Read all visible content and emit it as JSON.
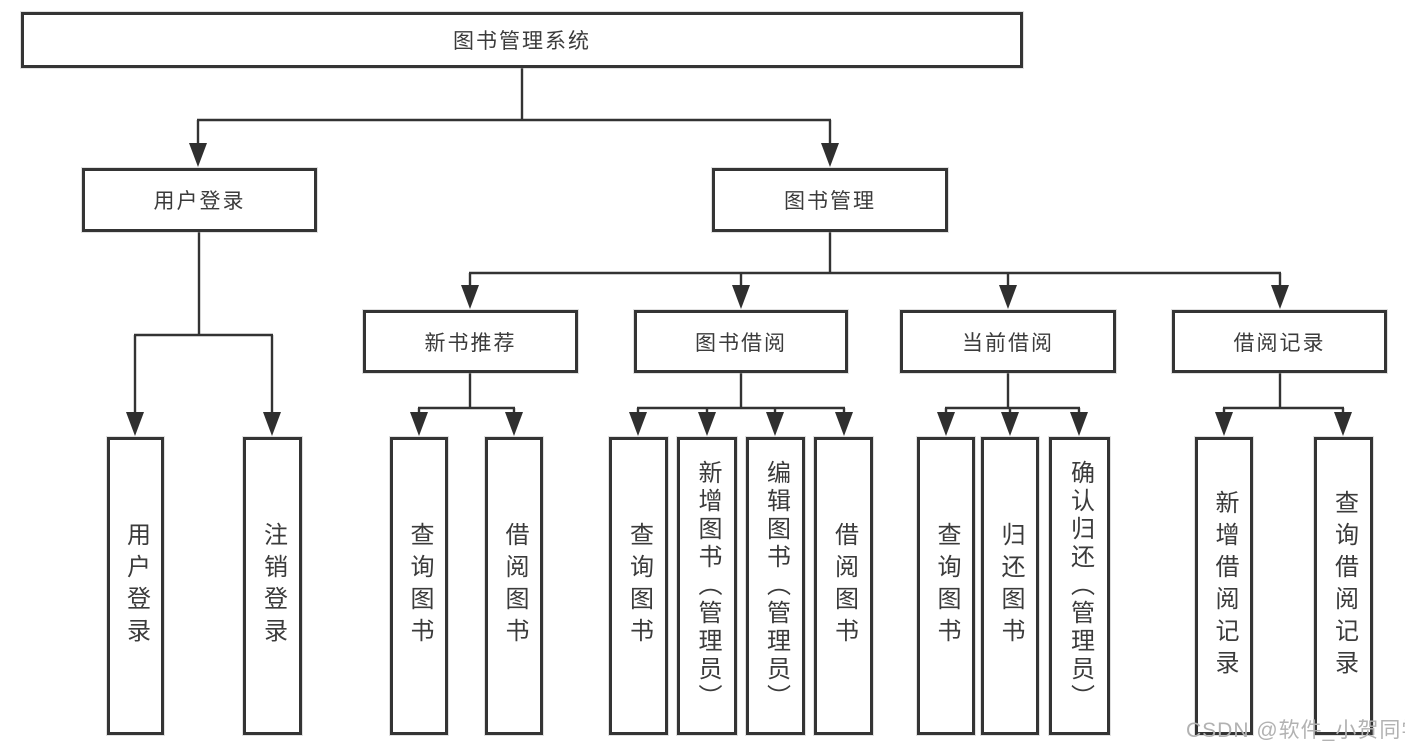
{
  "diagram": {
    "root": {
      "label": "图书管理系统"
    },
    "level2": {
      "user_login": {
        "label": "用户登录"
      },
      "book_mgmt": {
        "label": "图书管理"
      }
    },
    "level3": {
      "new_book_rec": {
        "label": "新书推荐"
      },
      "book_borrow": {
        "label": "图书借阅"
      },
      "current_borrow": {
        "label": "当前借阅"
      },
      "borrow_record": {
        "label": "借阅记录"
      }
    },
    "leaves": {
      "user_login_leaf": {
        "label": "用户登录"
      },
      "logout": {
        "label": "注销登录"
      },
      "query_book_rec": {
        "label": "查询图书"
      },
      "borrow_book_rec": {
        "label": "借阅图书"
      },
      "query_book_borrow": {
        "label": "查询图书"
      },
      "add_book_admin": {
        "label": "新增图书（管理员）"
      },
      "edit_book_admin": {
        "label": "编辑图书（管理员）"
      },
      "borrow_book_borrow": {
        "label": "借阅图书"
      },
      "query_book_current": {
        "label": "查询图书"
      },
      "return_book": {
        "label": "归还图书"
      },
      "confirm_return_admin": {
        "label": "确认归还（管理员）"
      },
      "add_borrow_record": {
        "label": "新增借阅记录"
      },
      "query_borrow_record": {
        "label": "查询借阅记录"
      }
    }
  },
  "watermark": "CSDN @软件_小贺同学",
  "colors": {
    "line": "#333333",
    "box_border": "#343434",
    "text": "#3b3b3b",
    "watermark": "#b2b2b2",
    "background": "#ffffff"
  }
}
